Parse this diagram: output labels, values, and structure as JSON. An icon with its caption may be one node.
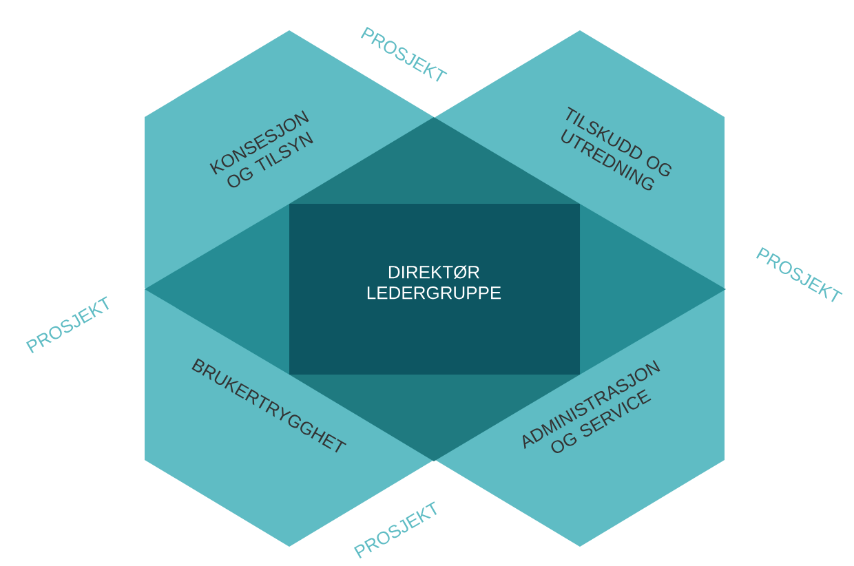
{
  "diagram": {
    "nodes": [
      {
        "text": [
          "KONSESJON OG TILSYN"
        ]
      },
      {
        "text": [
          "TILSKUDD OG UTREDNING"
        ]
      },
      {
        "text": [
          "DIREKTØR LEDERGRUPPE"
        ]
      },
      {
        "text": [
          "BRUKERTRYGGHET"
        ]
      },
      {
        "text": [
          "ADMINISTRASJON OG SERVICE"
        ]
      }
    ],
    "labels": [
      "PROSJEKT",
      "PROSJEKT",
      "PROSJEKT",
      "PROSJEKT"
    ]
  }
}
